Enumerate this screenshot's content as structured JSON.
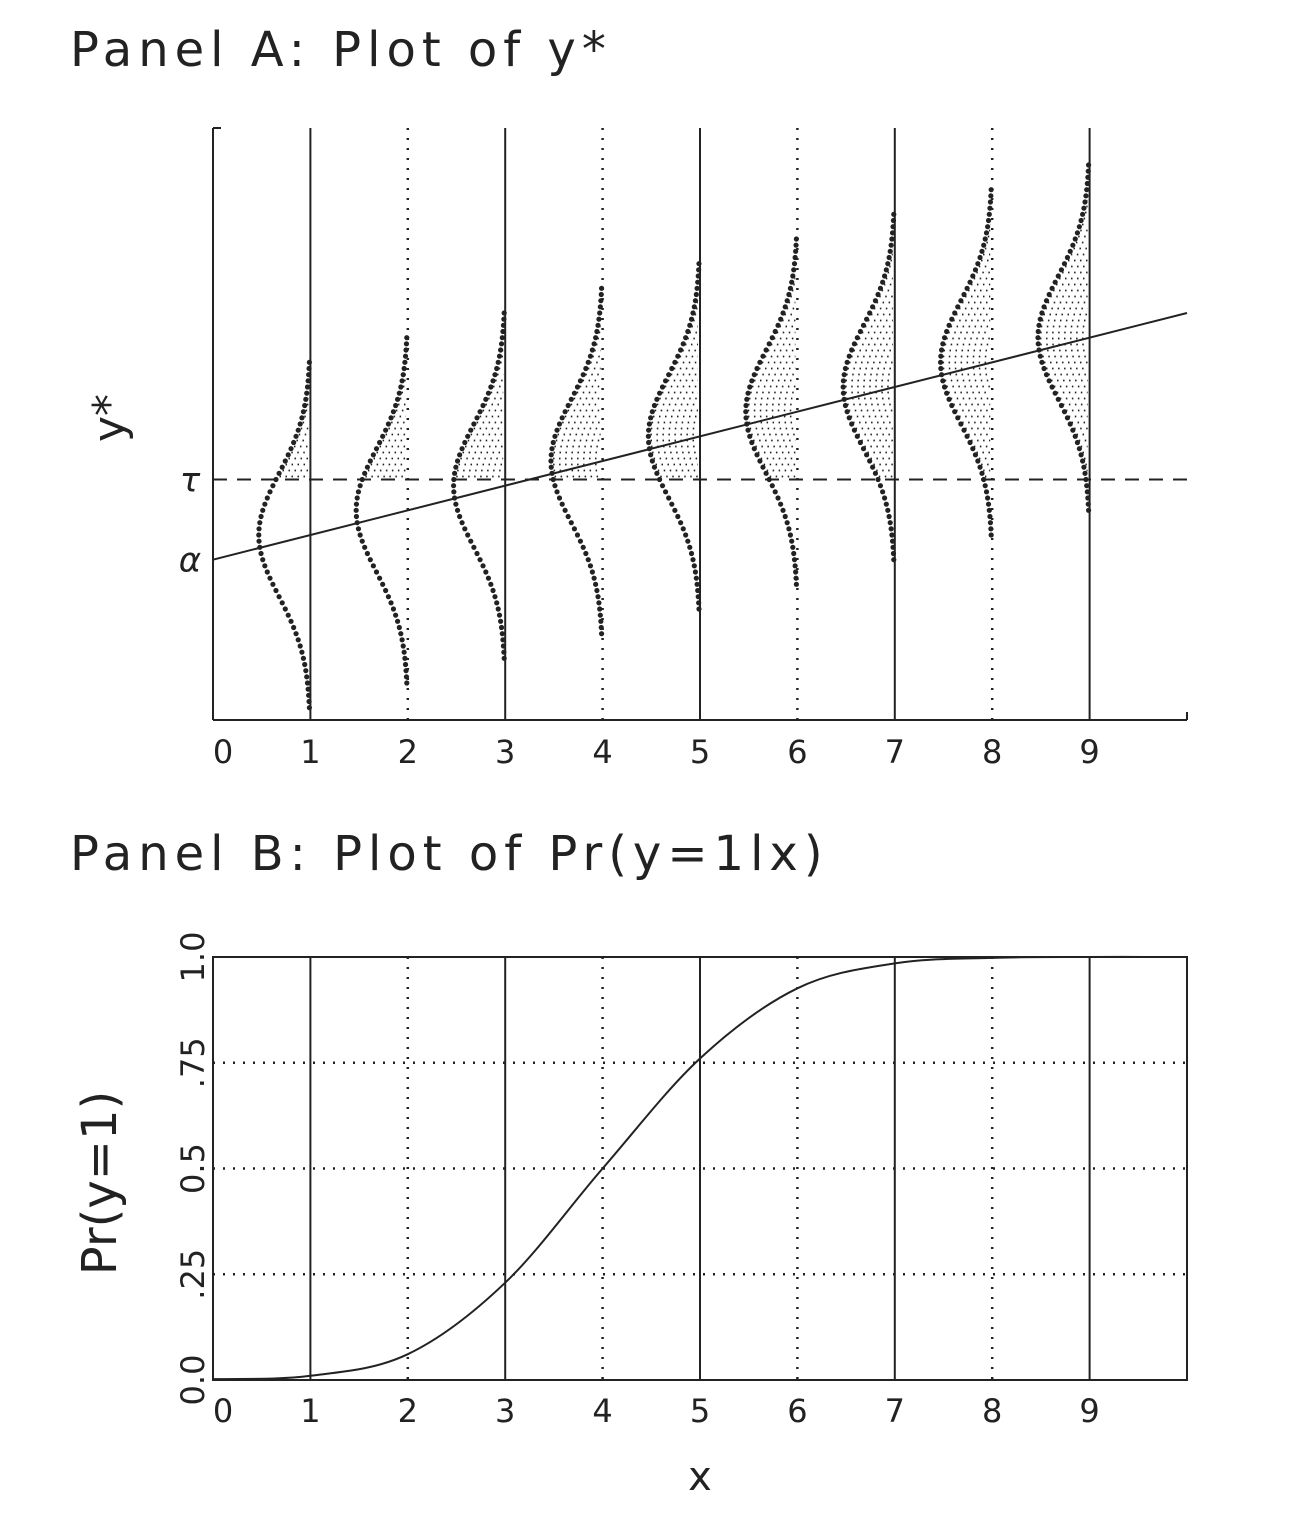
{
  "chart_data": [
    {
      "type": "line",
      "title": "Panel A: Plot of y*",
      "ylabel": "y*",
      "xlabel": "",
      "x_ticks": [
        "0",
        "1",
        "2",
        "3",
        "4",
        "5",
        "6",
        "7",
        "8",
        "9"
      ],
      "xlim": [
        0,
        10
      ],
      "ytick_labels": {
        "tau": "τ",
        "alpha": "α"
      },
      "line": {
        "intercept": 0.8,
        "slope": 0.4,
        "x": [
          0,
          10
        ],
        "y": [
          0.8,
          4.8
        ]
      },
      "tau": 2.1,
      "ylim": [
        -1.8,
        7.8
      ],
      "sigma": 1,
      "densities_at_x": [
        1,
        2,
        3,
        4,
        5,
        6,
        7,
        8,
        9
      ],
      "solid_gridlines_at": [
        1,
        3,
        5,
        7,
        9
      ],
      "dotted_gridlines_at": [
        2,
        4,
        6,
        8
      ],
      "shaded": "area of each density above tau"
    },
    {
      "type": "line",
      "title": "Panel B: Plot of Pr(y=1lx)",
      "ylabel": "Pr(y=1)",
      "xlabel": "x",
      "x_ticks": [
        "0",
        "1",
        "2",
        "3",
        "4",
        "5",
        "6",
        "7",
        "8",
        "9"
      ],
      "y_ticks": [
        "0.0",
        ".25",
        "0.5",
        ".75",
        "1.0"
      ],
      "xlim": [
        0,
        10
      ],
      "ylim": [
        0,
        1
      ],
      "x": [
        0,
        1,
        2,
        3,
        4,
        5,
        6,
        7,
        8,
        9,
        10
      ],
      "y": [
        0.002,
        0.01,
        0.061,
        0.23,
        0.5,
        0.76,
        0.926,
        0.985,
        0.998,
        1.0,
        1.0
      ],
      "grid": "on"
    }
  ]
}
